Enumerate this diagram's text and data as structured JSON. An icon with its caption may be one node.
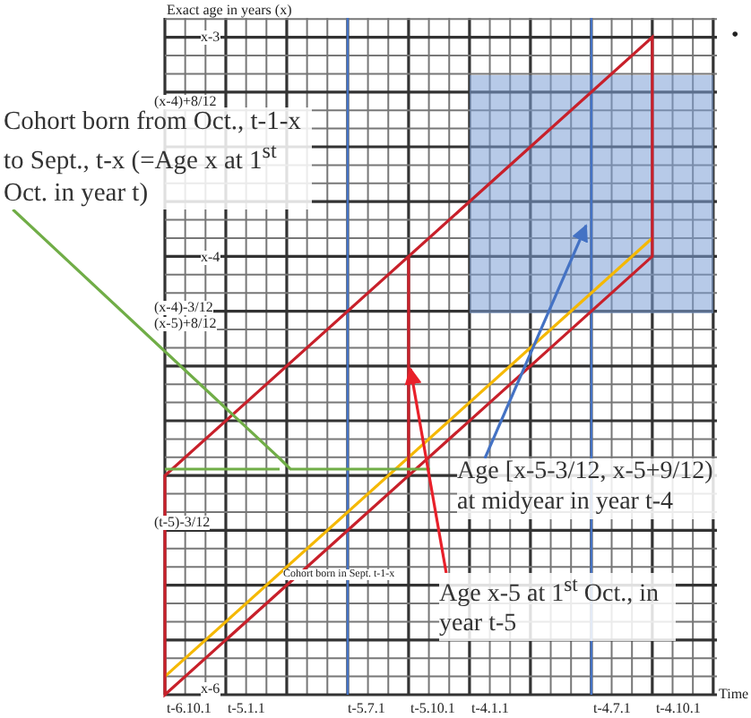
{
  "diagram": {
    "nodes": [
      {
        "text": [
          "Cohort born from Oct., t-1-x to Sept., t-x (=Age x at 1$^{st}$ Oct. in year t)"
        ]
      },
      {
        "text": [
          "Age [x-5-3/12, x-5+9/12) at midyear in year t-4"
        ]
      },
      {
        "text": [
          "Age x-5 at 1$^{st}$ Oct., in year t-5"
        ]
      }
    ],
    "edges": [
      {
        "from": 0,
        "to": null,
        "arrow": "none",
        "color": "#70ad47"
      },
      {
        "from": 1,
        "to": null,
        "arrow": "to",
        "color": "#4472c4"
      },
      {
        "from": 2,
        "to": null,
        "arrow": "to",
        "color": "#e8202a"
      }
    ],
    "labels": [
      "Exact age in years (x)",
      "•",
      "x-3",
      "(x-4)+8/12",
      "x-4",
      "(x-4)-3/12",
      "(x-5)+8/12",
      "(t-5)-3/12",
      "Cohort born in Sept. t-1-x",
      "x-6",
      "t-6.10.1",
      "t-5.1.1",
      "t-5.7.1",
      "t-5.10.1",
      "t-4.1.1",
      "t-4.7.1",
      "t-4.10.1",
      "Time"
    ]
  }
}
